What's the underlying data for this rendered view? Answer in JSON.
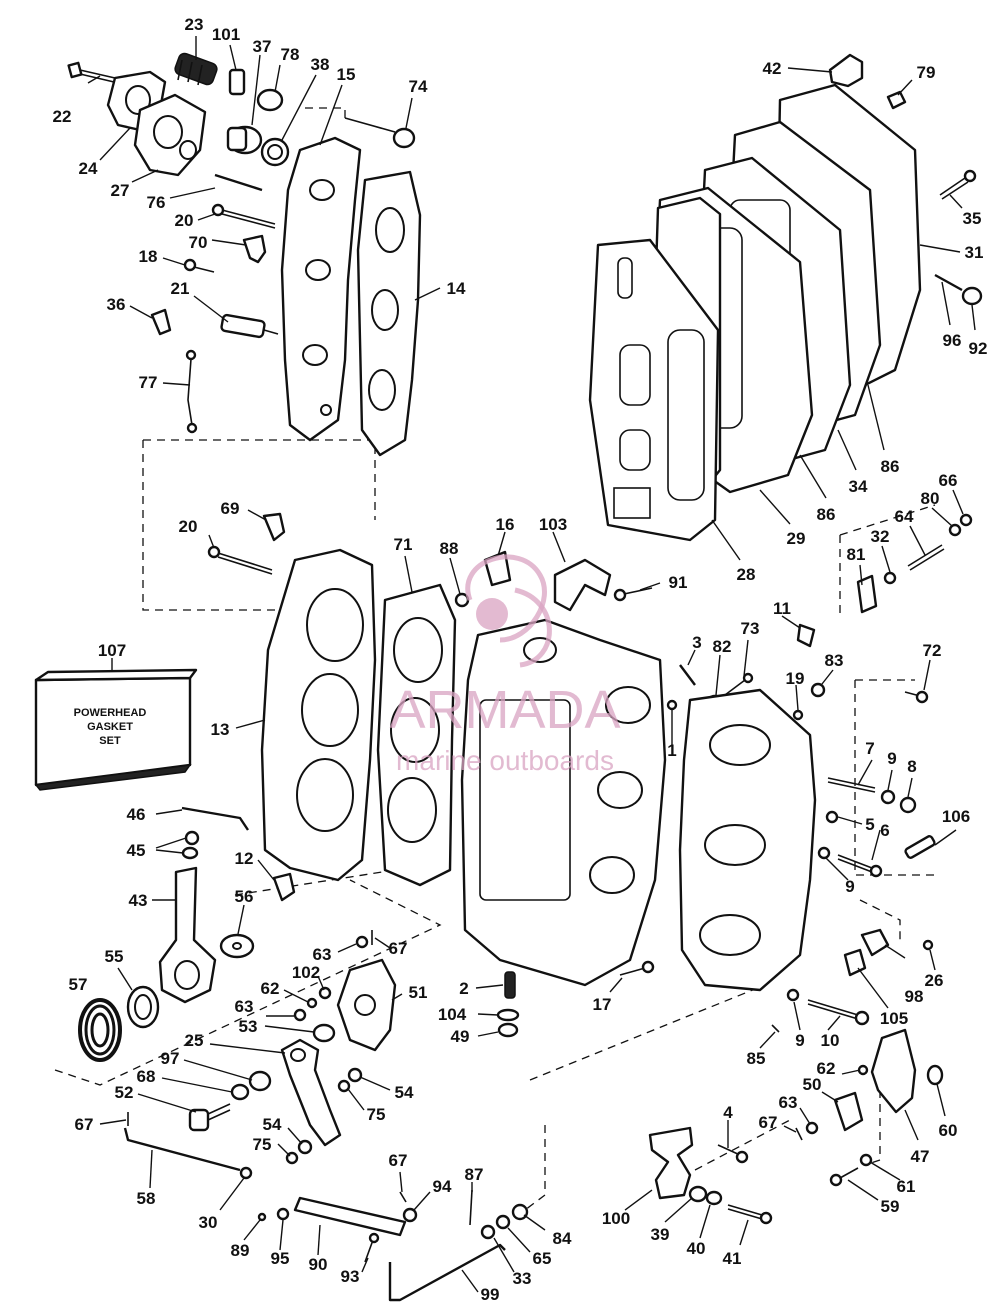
{
  "callouts": [
    "23",
    "101",
    "37",
    "78",
    "38",
    "15",
    "74",
    "22",
    "24",
    "27",
    "76",
    "20",
    "70",
    "18",
    "21",
    "36",
    "14",
    "77",
    "42",
    "79",
    "35",
    "31",
    "96",
    "92",
    "86",
    "34",
    "86",
    "29",
    "28",
    "66",
    "80",
    "64",
    "32",
    "81",
    "20",
    "69",
    "16",
    "103",
    "71",
    "88",
    "91",
    "107",
    "13",
    "3",
    "82",
    "73",
    "11",
    "83",
    "72",
    "19",
    "1",
    "46",
    "45",
    "12",
    "43",
    "56",
    "55",
    "57",
    "7",
    "9",
    "8",
    "5",
    "6",
    "106",
    "9",
    "63",
    "67",
    "102",
    "62",
    "51",
    "2",
    "104",
    "49",
    "17",
    "53",
    "63",
    "25",
    "97",
    "68",
    "52",
    "54",
    "75",
    "67",
    "54",
    "75",
    "58",
    "30",
    "26",
    "98",
    "105",
    "10",
    "9",
    "85",
    "62",
    "50",
    "63",
    "67",
    "47",
    "60",
    "61",
    "59",
    "4",
    "100",
    "39",
    "40",
    "41",
    "84",
    "65",
    "33",
    "87",
    "99",
    "94",
    "93",
    "90",
    "95",
    "89",
    "67"
  ],
  "gasket_box": {
    "line1": "POWERHEAD",
    "line2": "GASKET",
    "line3": "SET"
  },
  "watermark": {
    "brand": "ARMADA",
    "tagline": "marine outboards"
  }
}
